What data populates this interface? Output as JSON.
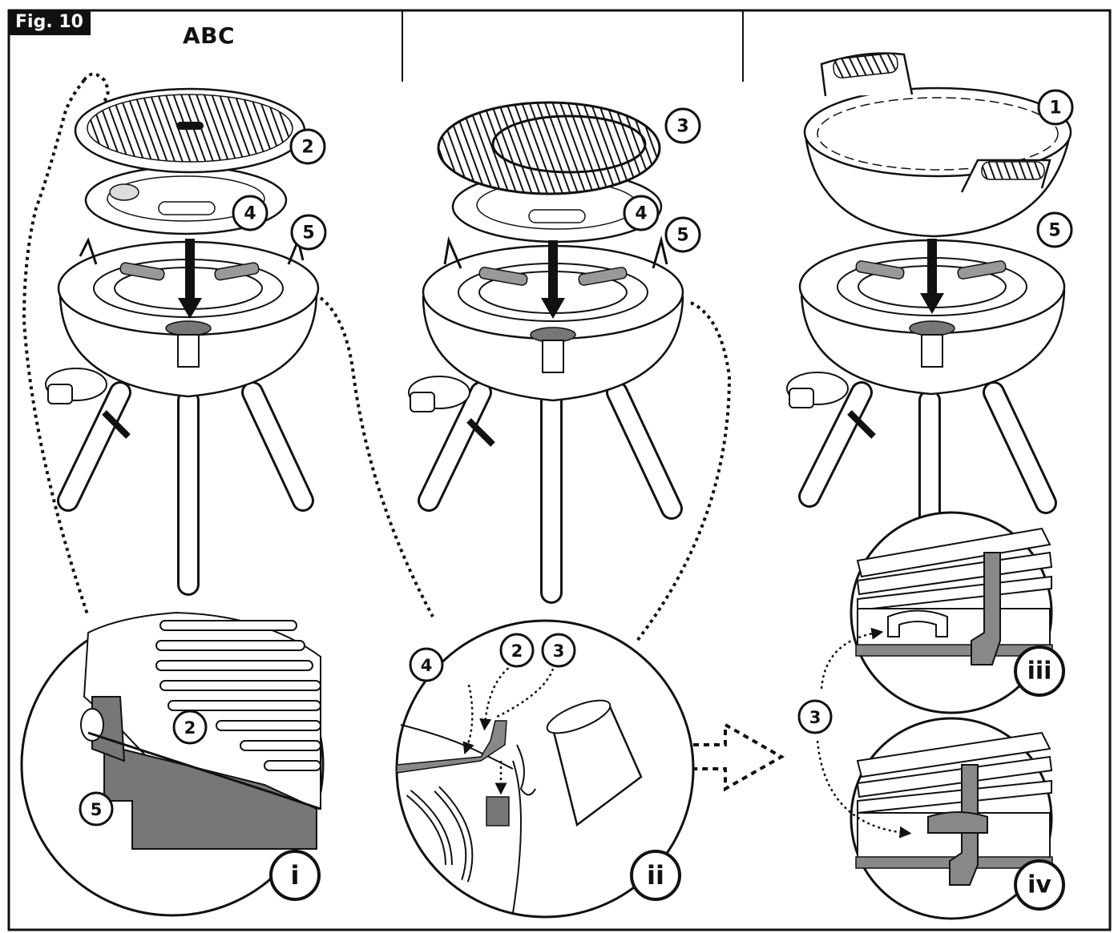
{
  "figure_tag": "Fig. 10",
  "set_label": "ABC",
  "panels": [
    {
      "name": "plancha-assembly",
      "parts": [
        "2",
        "4",
        "5"
      ]
    },
    {
      "name": "grill-assembly",
      "parts": [
        "3",
        "4",
        "5"
      ]
    },
    {
      "name": "wok-assembly",
      "parts": [
        "1",
        "5"
      ]
    }
  ],
  "part_callouts": {
    "p1": "1",
    "p2": "2",
    "p3": "3",
    "p4": "4",
    "p5": "5"
  },
  "detail_views": {
    "i": {
      "label": "i",
      "parts": [
        "2",
        "5"
      ]
    },
    "ii": {
      "label": "ii",
      "parts": [
        "4",
        "2",
        "3"
      ]
    },
    "iii": {
      "label": "iii"
    },
    "iv": {
      "label": "iv"
    },
    "iii_iv_part": "3"
  },
  "colors": {
    "ink": "#111111",
    "grey": "#8a8a8a",
    "light_grey": "#cfcfcf",
    "paper": "#ffffff"
  }
}
